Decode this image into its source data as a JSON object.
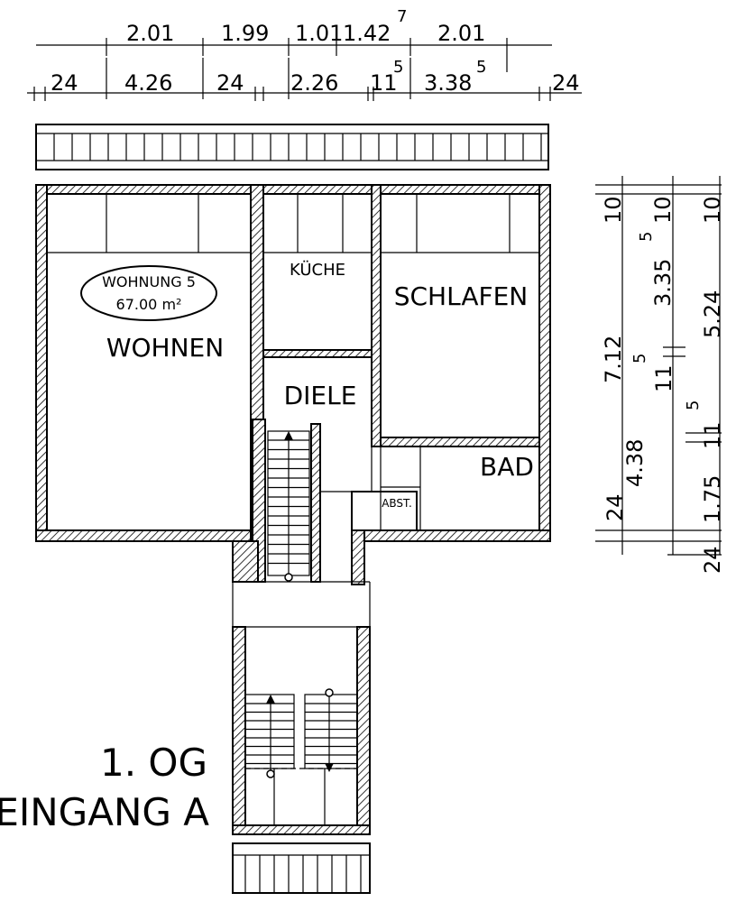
{
  "dimensions": {
    "top_row1": [
      "2.01",
      "1.99",
      "1.01",
      "1.42",
      "7",
      "2.01"
    ],
    "top_row2": [
      "24",
      "4.26",
      "24",
      "2.26",
      "11",
      "5",
      "3.38",
      "5",
      "24"
    ],
    "right_col1": [
      "10",
      "7.12",
      "5",
      "11",
      "4.38",
      "24"
    ],
    "right_col2": [
      "10",
      "3.35",
      "5",
      "5.24",
      "11",
      "5",
      "1.75",
      "24"
    ],
    "right_col3": [
      "10"
    ]
  },
  "rooms": {
    "wohnen": "WOHNEN",
    "kueche": "KÜCHE",
    "schlafen": "SCHLAFEN",
    "diele": "DIELE",
    "bad": "BAD",
    "abst": "ABST."
  },
  "unit_badge": {
    "name": "WOHNUNG 5",
    "area": "67.00 m²"
  },
  "floor_label": {
    "line1": "1. OG",
    "line2": "EINGANG A"
  }
}
